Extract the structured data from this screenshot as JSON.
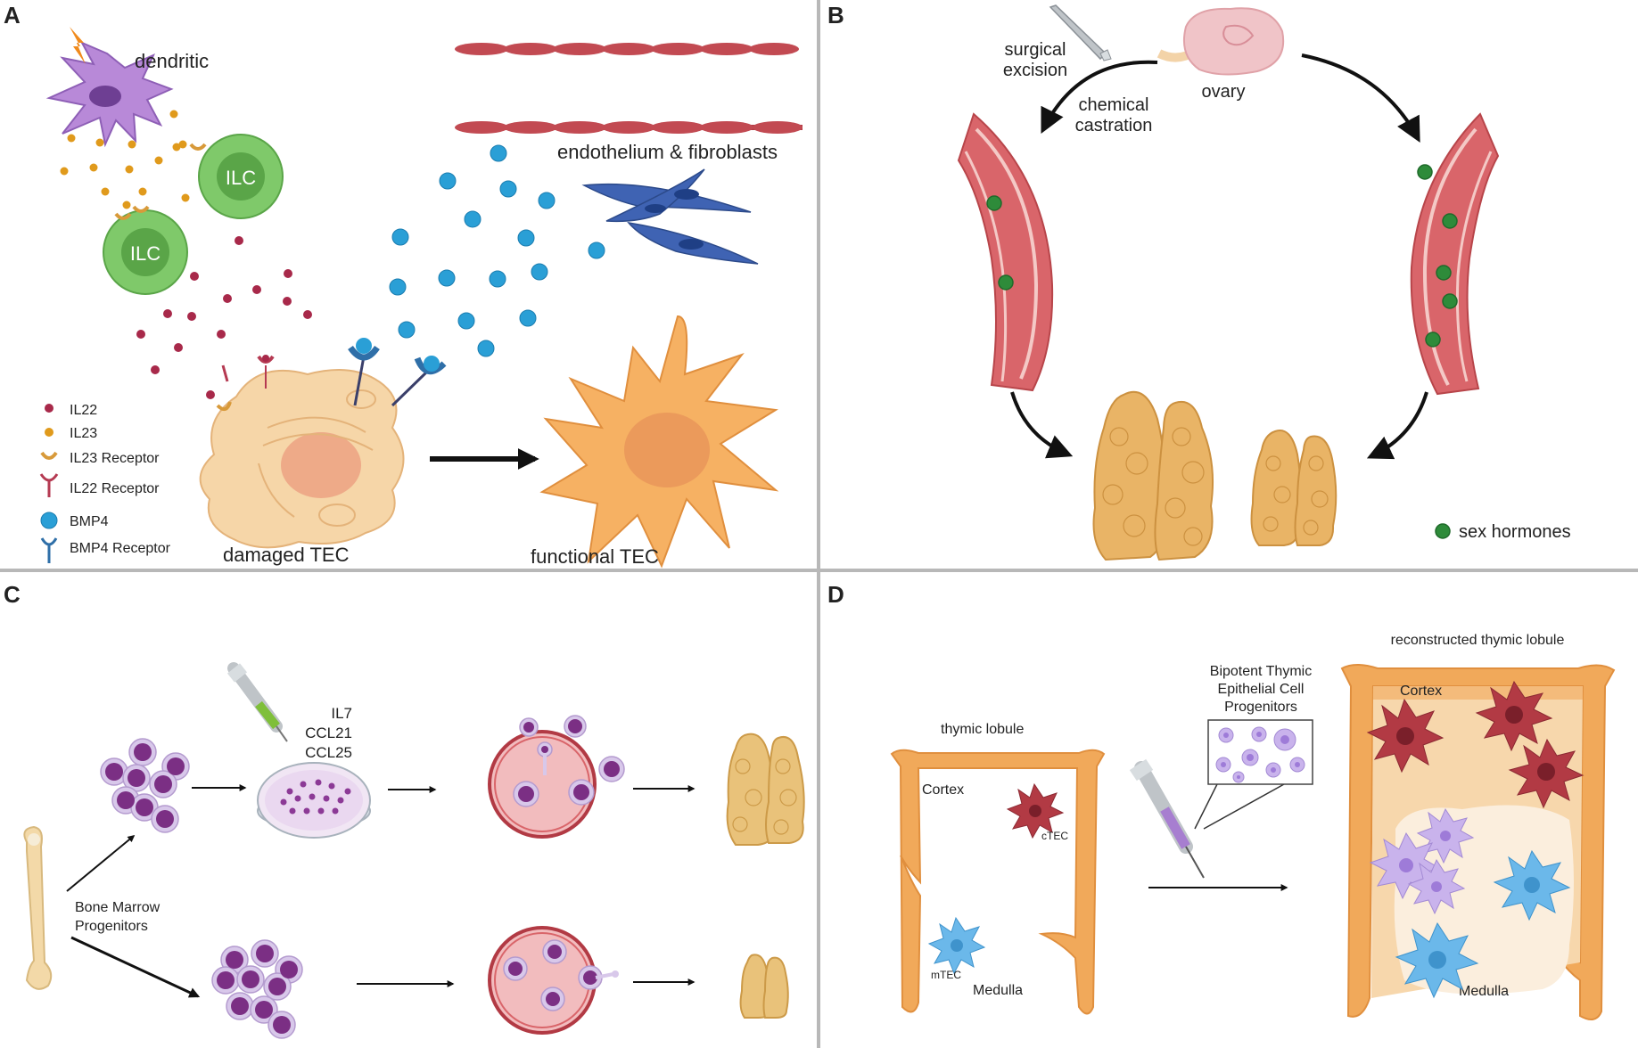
{
  "panels": {
    "A": {
      "letter": "A",
      "dendritic": "dendritic",
      "ilc": "ILC",
      "endothelium": "endothelium & fibroblasts",
      "damaged_tec": "damaged TEC",
      "functional_tec": "functional TEC",
      "legend": [
        {
          "label": "IL22",
          "icon": "il22-dot-icon",
          "color": "#a8294a"
        },
        {
          "label": "IL23",
          "icon": "il23-dot-icon",
          "color": "#e09a1c"
        },
        {
          "label": "IL23 Receptor",
          "icon": "il23-receptor-icon",
          "color": "#d89a3a"
        },
        {
          "label": "IL22 Receptor",
          "icon": "il22-receptor-icon",
          "color": "#b53a52"
        },
        {
          "label": "BMP4",
          "icon": "bmp4-dot-icon",
          "color": "#2a9fd6"
        },
        {
          "label": "BMP4 Receptor",
          "icon": "bmp4-receptor-icon",
          "color": "#2f6fa8"
        }
      ]
    },
    "B": {
      "letter": "B",
      "surgical": [
        "surgical",
        "excision"
      ],
      "chemical": [
        "chemical",
        "castration"
      ],
      "ovary": "ovary",
      "sex_hormones": "sex hormones"
    },
    "C": {
      "letter": "C",
      "cytokines": [
        "IL7",
        "CCL21",
        "CCL25"
      ],
      "progenitors": [
        "Bone Marrow",
        "Progenitors"
      ]
    },
    "D": {
      "letter": "D",
      "thymic_lobule": "thymic lobule",
      "cortex": "Cortex",
      "medulla": "Medulla",
      "ctec": "cTEC",
      "mtec": "mTEC",
      "bipotent": [
        "Bipotent Thymic",
        "Epithelial Cell",
        "Progenitors"
      ],
      "reconstructed": "reconstructed thymic lobule"
    }
  },
  "colors": {
    "divider": "#b8b8b8",
    "tec_orange": "#f0a95a",
    "vessel_red": "#d9656a",
    "hormone_green": "#2e8b3a",
    "ilc_green": "#7fc96a",
    "dendritic_purple": "#b889d8",
    "fibroblast_blue": "#3f63b3"
  }
}
